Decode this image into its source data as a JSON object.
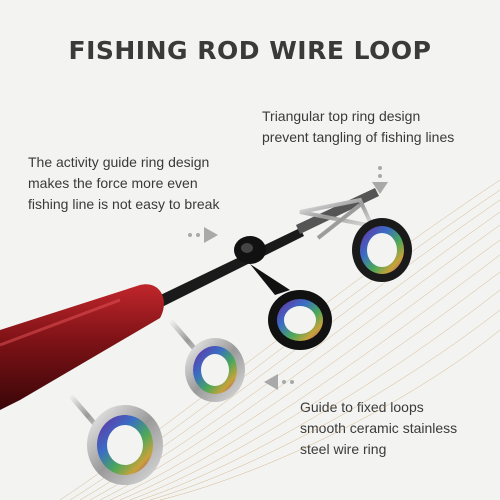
{
  "title": "FISHING ROD WIRE LOOP",
  "captions": {
    "top_ring": [
      "Triangular top ring design",
      "prevent tangling of fishing lines"
    ],
    "guide_ring": [
      "The activity guide ring design",
      "makes the force more even",
      "fishing line is not easy to break"
    ],
    "fixed_loops": [
      "Guide to fixed loops",
      "smooth ceramic stainless",
      "steel wire ring"
    ]
  },
  "colors": {
    "background": "#f3f3f1",
    "text": "#3a3a3a",
    "arrow": "#a9a9a9",
    "rod_red": "#8a1418",
    "line_gold": "#c9a46c"
  }
}
